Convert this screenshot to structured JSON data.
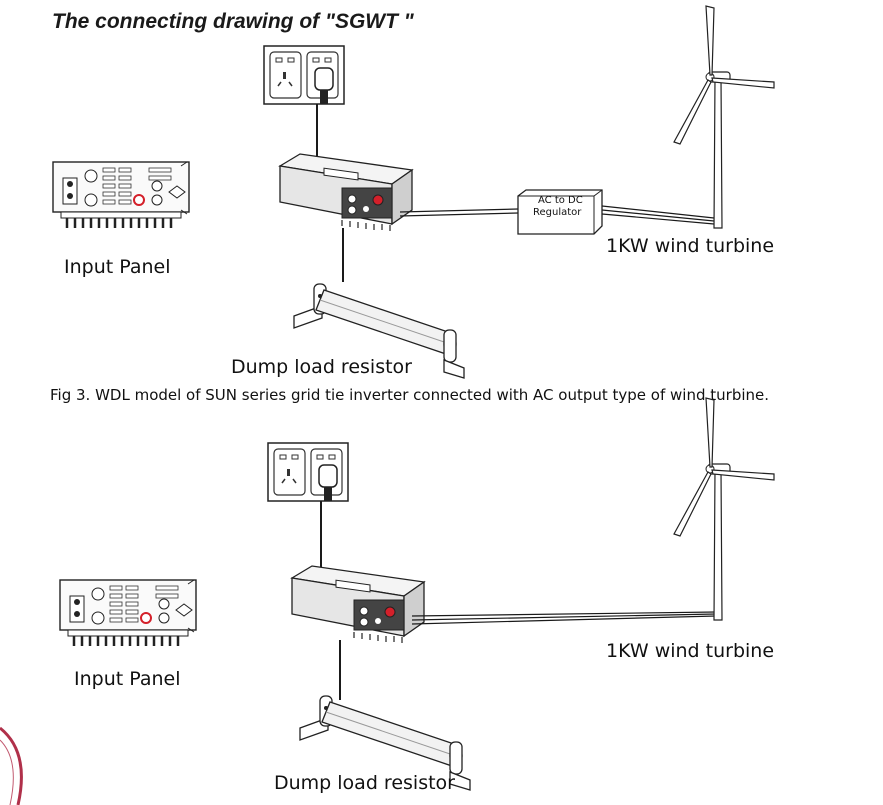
{
  "title": "The connecting drawing of \"SGWT \"",
  "caption": "Fig 3. WDL model of SUN series grid tie inverter connected with AC output type of wind turbine.",
  "diagram1": {
    "input_panel": "Input Panel",
    "dump_load": "Dump load resistor",
    "wind_turbine": "1KW wind turbine",
    "regulator_line1": "AC to DC",
    "regulator_line2": "Regulator"
  },
  "diagram2": {
    "input_panel": "Input Panel",
    "dump_load": "Dump load resistor",
    "wind_turbine": "1KW wind turbine"
  },
  "colors": {
    "accent": "#d4202a",
    "line": "#1a1a1a",
    "stamp": "#b0304a"
  },
  "icons": [
    "wall-socket-icon",
    "inverter-icon",
    "input-panel-icon",
    "resistor-icon",
    "wind-turbine-icon",
    "regulator-icon"
  ]
}
